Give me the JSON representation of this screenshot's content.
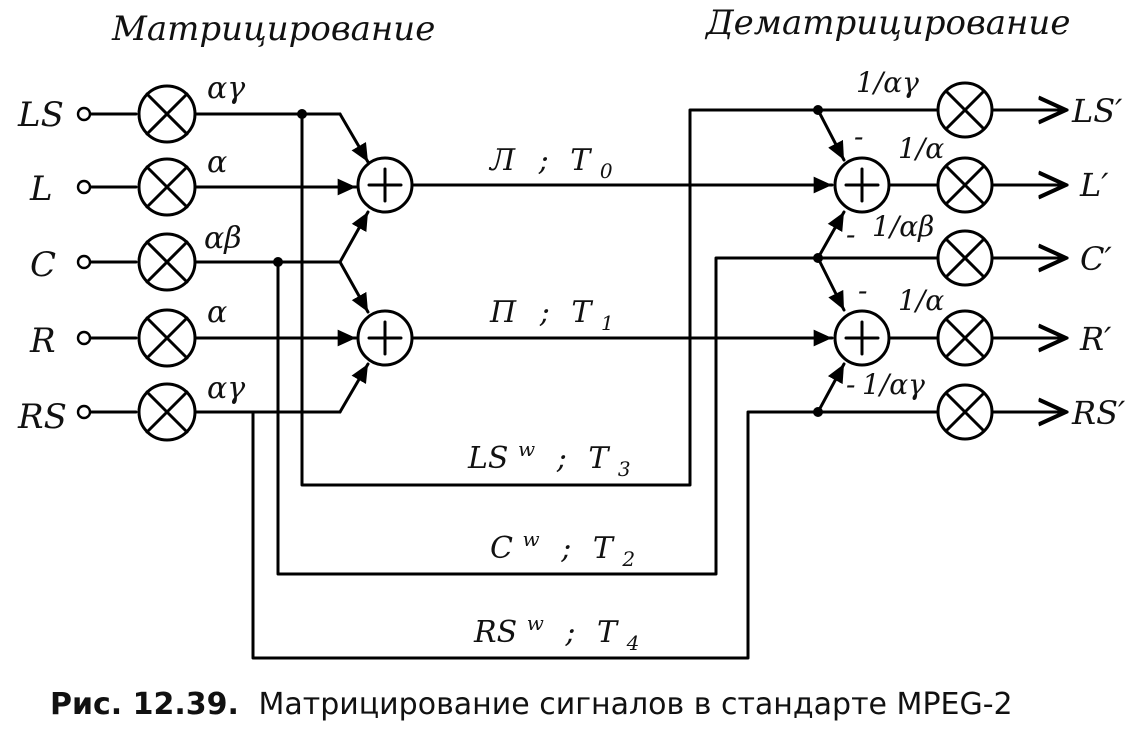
{
  "headings": {
    "matrixing": "Матрицирование",
    "dematrixing": "Дематрицирование"
  },
  "inputs": [
    "LS",
    "L",
    "C",
    "R",
    "RS"
  ],
  "outputs": [
    "LS′",
    "L′",
    "C′",
    "R′",
    "RS′"
  ],
  "coef_left": {
    "ls": "αγ",
    "l": "α",
    "c": "αβ",
    "r": "α",
    "rs": "αγ"
  },
  "coef_right": {
    "ls": "1/αγ",
    "l": "1/α",
    "c": "1/αβ",
    "r": "1/α",
    "rs": "1/αγ"
  },
  "signs": {
    "minus_l": "-",
    "minus_c": "-",
    "minus_r": "-",
    "minus_rs": "-"
  },
  "channels": {
    "t0": {
      "name": "Л",
      "sep": ";",
      "sym": "T",
      "sub": "0"
    },
    "t1": {
      "name": "П",
      "sep": ";",
      "sym": "T",
      "sub": "1"
    },
    "t3": {
      "name": "LS",
      "sup": "w",
      "sep": ";",
      "sym": "T",
      "sub": "3"
    },
    "t2": {
      "name": "C",
      "sup": "w",
      "sep": ";",
      "sym": "T",
      "sub": "2"
    },
    "t4": {
      "name": "RS",
      "sup": "w",
      "sep": ";",
      "sym": "T",
      "sub": "4"
    }
  },
  "caption": {
    "prefix": "Рис. 12.39.",
    "text": "Матрицирование сигналов в стандарте MPEG-2"
  }
}
